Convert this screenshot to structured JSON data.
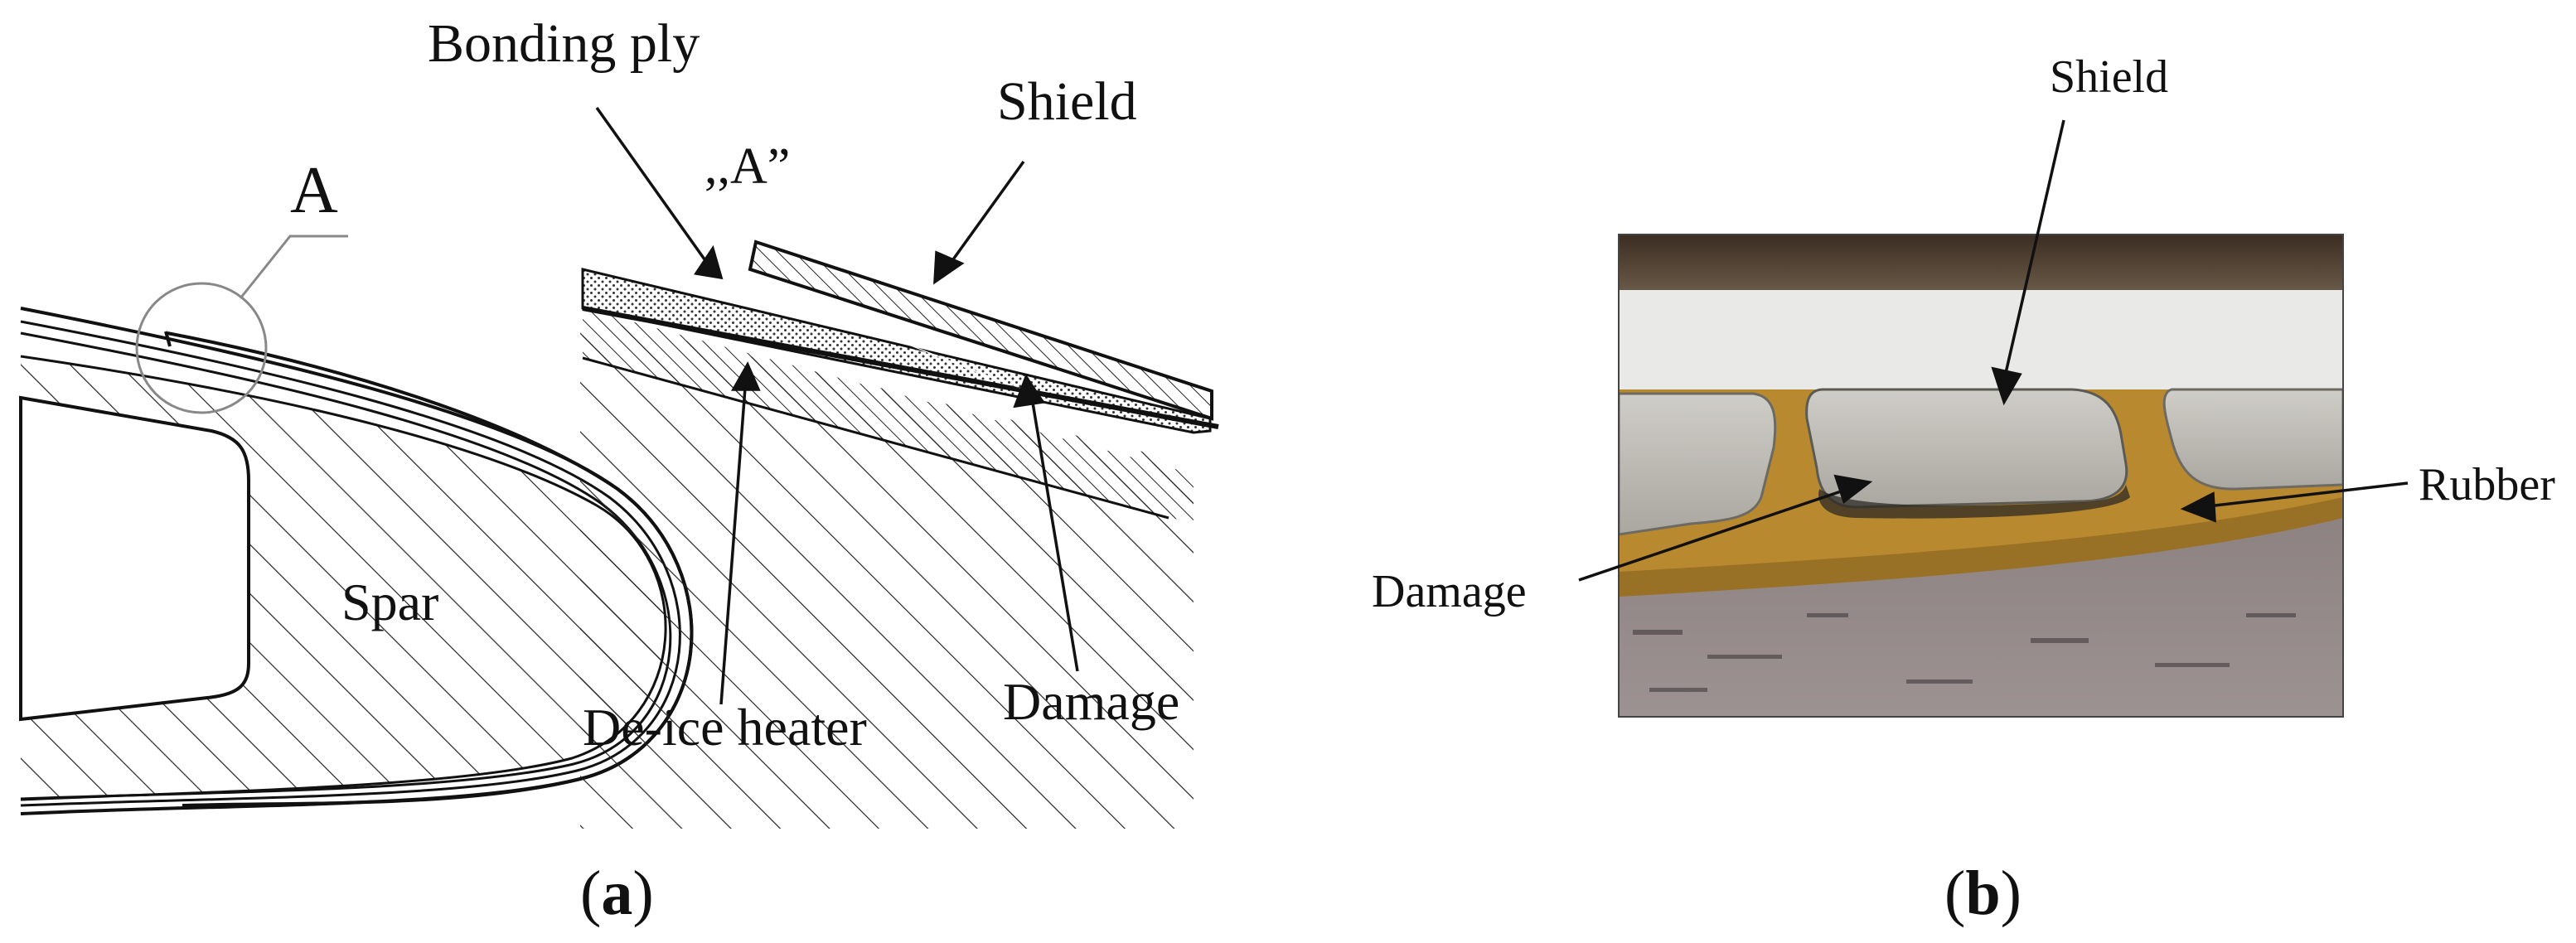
{
  "panel_a": {
    "caption_letter": "a",
    "labels": {
      "detail_marker": "A",
      "detail_view": ",,A”",
      "bonding_ply": "Bonding ply",
      "shield": "Shield",
      "spar": "Spar",
      "de_ice_heater": "De-ice heater",
      "damage": "Damage"
    }
  },
  "panel_b": {
    "caption_letter": "b",
    "labels": {
      "shield": "Shield",
      "damage": "Damage",
      "rubber": "Rubber"
    }
  },
  "colors": {
    "ink": "#111111",
    "rubber": "#b8892e",
    "shield_metal": "#b9b7b0",
    "white_strip": "#e8e8e6",
    "dark_base": "#5a4f4c"
  }
}
